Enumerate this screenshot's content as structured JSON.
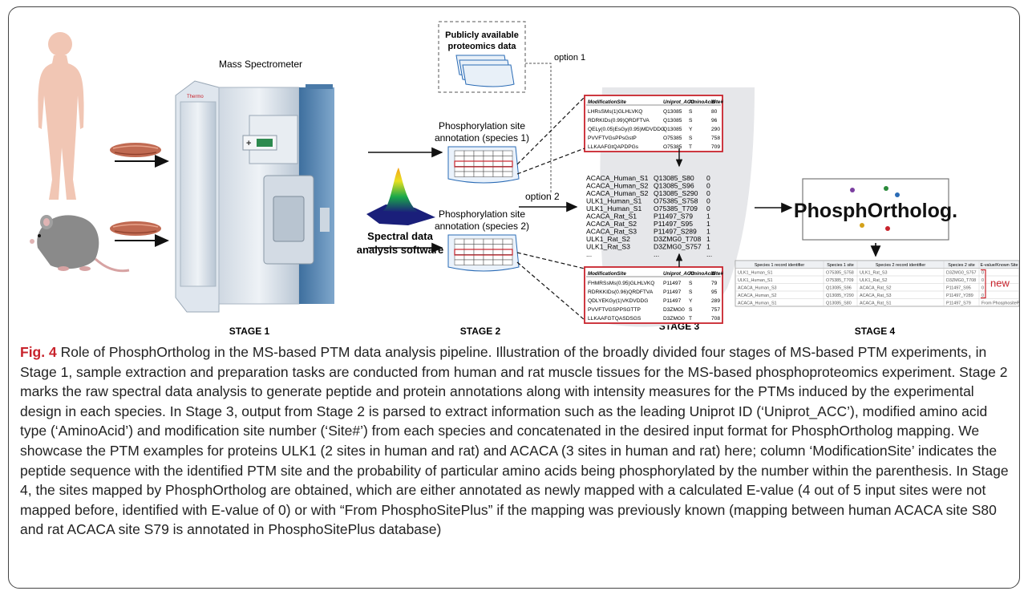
{
  "figure": {
    "mass_spec_label": "Mass Spectrometer",
    "instrument_brand": "Thermo",
    "software_label_1": "Spectral data",
    "software_label_2": "analysis software",
    "public_data_1": "Publicly available",
    "public_data_2": "proteomics data",
    "option1": "option 1",
    "option2": "option 2",
    "annot1_line1": "Phosphorylation site",
    "annot1_line2": "annotation (species 1)",
    "annot2_line1": "Phosphorylation site",
    "annot2_line2": "annotation (species 2)",
    "stages": [
      "STAGE 1",
      "STAGE 2",
      "STAGE 3",
      "STAGE 4"
    ],
    "table_headers": [
      "ModificationSite",
      "Uniprot_ACC",
      "AminoAcid",
      "Site#"
    ],
    "human_table": [
      [
        "LHRsSMs(1)GLHLVKQ",
        "Q13085",
        "S",
        "80"
      ],
      [
        "RDRKIDs(0.99)QRDFTVA",
        "Q13085",
        "S",
        "96"
      ],
      [
        "QELy(0.05)EsGy(0.95)MDVDDG",
        "Q13085",
        "Y",
        "290"
      ],
      [
        "PVVFTVGsPPsGstP",
        "O75385",
        "S",
        "758"
      ],
      [
        "LLKAAFGtQAPDPGs",
        "O75385",
        "T",
        "709"
      ]
    ],
    "rat_table": [
      [
        "FHMRSsMs(0.95)GLHLVKQ",
        "P11497",
        "S",
        "79"
      ],
      [
        "RDRKKIDs(0.96)QRDFTVA",
        "P11497",
        "S",
        "95"
      ],
      [
        "QDLYEKGy(1)VKDVDDG",
        "P11497",
        "Y",
        "289"
      ],
      [
        "PVVFTVGSPPSGTTP",
        "D3ZMG0",
        "S",
        "757"
      ],
      [
        "LLKAAFGTQASDSGS",
        "D3ZMG0",
        "T",
        "708"
      ]
    ],
    "concat_rows": [
      [
        "ACACA_Human_S1",
        "Q13085_S80",
        "0"
      ],
      [
        "ACACA_Human_S2",
        "Q13085_S96",
        "0"
      ],
      [
        "ACACA_Human_S2",
        "Q13085_S290",
        "0"
      ],
      [
        "ULK1_Human_S1",
        "O75385_S758",
        "0"
      ],
      [
        "ULK1_Human_S1",
        "O75385_T709",
        "0"
      ],
      [
        "ACACA_Rat_S1",
        "P11497_S79",
        "1"
      ],
      [
        "ACACA_Rat_S2",
        "P11497_S95",
        "1"
      ],
      [
        "ACACA_Rat_S3",
        "P11497_S289",
        "1"
      ],
      [
        "ULK1_Rat_S2",
        "D3ZMG0_T708",
        "1"
      ],
      [
        "ULK1_Rat_S3",
        "D3ZMG0_S757",
        "1"
      ],
      [
        "...",
        "...",
        "..."
      ]
    ],
    "logo_text": "PhosphOrtholog.",
    "result_headers": [
      "Species 1 record identifier",
      "Species 1 site",
      "Species 2 record identifier",
      "Species 2 site",
      "E-value/Known Site"
    ],
    "result_rows": [
      [
        "ULK1_Human_S1",
        "O75385_S758",
        "ULK1_Rat_S3",
        "D3ZMG0_S757",
        "0"
      ],
      [
        "ULK1_Human_S1",
        "O75385_T709",
        "ULK1_Rat_S2",
        "D3ZMG0_T708",
        "0"
      ],
      [
        "ACACA_Human_S3",
        "Q13085_S96",
        "ACACA_Rat_S2",
        "P11497_S95",
        "0"
      ],
      [
        "ACACA_Human_S2",
        "Q13085_Y290",
        "ACACA_Rat_S3",
        "P11497_Y289",
        "0"
      ],
      [
        "ACACA_Human_S1",
        "Q13085_S80",
        "ACACA_Rat_S1",
        "P11497_S79",
        "From PhosphositePlus"
      ]
    ],
    "new_label": "new",
    "colors": {
      "red": "#c8232c",
      "blue": "#2a6bb5",
      "muscle": "#c06a52"
    }
  },
  "caption": {
    "label": "Fig. 4",
    "text": "Role of PhosphOrtholog in the MS-based PTM data analysis pipeline. Illustration of the broadly divided four stages of MS-based PTM experiments, in Stage 1, sample extraction and preparation tasks are conducted from human and rat muscle tissues for the MS-based phosphoproteomics experiment. Stage 2 marks the raw spectral data analysis to generate peptide and protein annotations along with intensity measures for the PTMs induced by the experimental design in each species. In Stage 3, output from Stage 2 is parsed to extract information such as the leading Uniprot ID (‘Uniprot_ACC’), modified amino acid type (‘AminoAcid’) and modification site number (‘Site#’) from each species and concatenated in the desired input format for PhosphOrtholog mapping. We showcase the PTM examples for proteins ULK1 (2 sites in human and rat) and ACACA (3 sites in human and rat) here; column ‘ModificationSite’ indicates the peptide sequence with the identified PTM site and the probability of particular amino acids being phosphorylated by the number within the parenthesis. In Stage 4, the sites mapped by PhosphOrtholog are obtained, which are either annotated as newly mapped with a calculated E-value (4 out of 5 input sites were not mapped before, identified with E-value of 0) or with “From PhosphoSitePlus” if the mapping was previously known (mapping between human ACACA site S80 and rat ACACA site S79 is annotated in PhosphoSitePlus database)"
  }
}
